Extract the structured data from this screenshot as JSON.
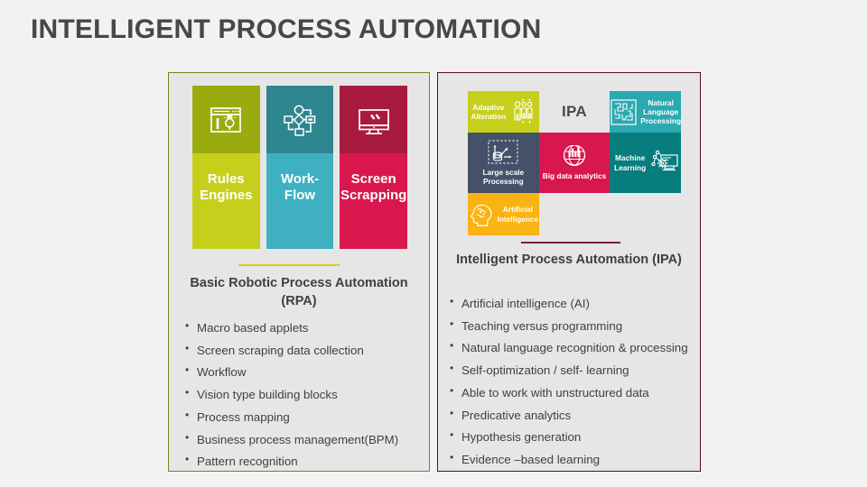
{
  "slide": {
    "title": "INTELLIGENT PROCESS AUTOMATION",
    "background_color": "#f2f2f2",
    "title_color": "#474747"
  },
  "rpa_panel": {
    "border_color": "#7f7f1e",
    "panel_background": "#e6e6e6",
    "divider_color": "#d6d320",
    "heading": "Basic Robotic Process Automation (RPA)",
    "columns": [
      {
        "label": "Rules Engines",
        "icon": "browser-tools-icon",
        "icon_box_color": "#9aab10",
        "label_box_color": "#c6cf1c"
      },
      {
        "label": "Work-Flow",
        "icon": "flowchart-icon",
        "icon_box_color": "#2e8690",
        "label_box_color": "#3fb0bf"
      },
      {
        "label": "Screen Scrapping",
        "icon": "desktop-monitor-icon",
        "icon_box_color": "#a81a40",
        "label_box_color": "#d8174e"
      }
    ],
    "bullets": [
      "Macro based applets",
      "Screen scraping data collection",
      "Workflow",
      "Vision type building blocks",
      "Process mapping",
      "Business process management(BPM)",
      "Pattern recognition"
    ]
  },
  "ipa_panel": {
    "border_color": "#5c0b2a",
    "panel_background": "#e6e6e6",
    "divider_color": "#762139",
    "heading": "Intelligent Process Automation (IPA)",
    "center_label": "IPA",
    "center_color": "#e6e6e6",
    "grid_cells": [
      {
        "label": "Adaptive Alteration",
        "icon": "people-group-icon",
        "color": "#c6cf1c",
        "text_first": true
      },
      {
        "label": "Natural Language Processing",
        "icon": "circuit-maze-icon",
        "color": "#2ba8b0",
        "text_first": false
      },
      {
        "label": "Large scale Processing",
        "icon": "data-growth-icon",
        "color": "#445169",
        "text_first": false
      },
      {
        "label": "Big data analytics",
        "icon": "globe-chart-icon",
        "color": "#d8174e",
        "text_first": false
      },
      {
        "label": "Machine Learning",
        "icon": "computer-gear-icon",
        "color": "#077d7d",
        "text_first": true
      },
      {
        "label": "Artificial Intelligence",
        "icon": "brain-head-icon",
        "color": "#f9b312",
        "text_first": false
      }
    ],
    "bullets": [
      "Artificial intelligence (AI)",
      "Teaching versus programming",
      "Natural language recognition & processing",
      "Self-optimization / self- learning",
      "Able to work with unstructured data",
      "Predicative analytics",
      "Hypothesis generation",
      "Evidence –based learning"
    ]
  }
}
